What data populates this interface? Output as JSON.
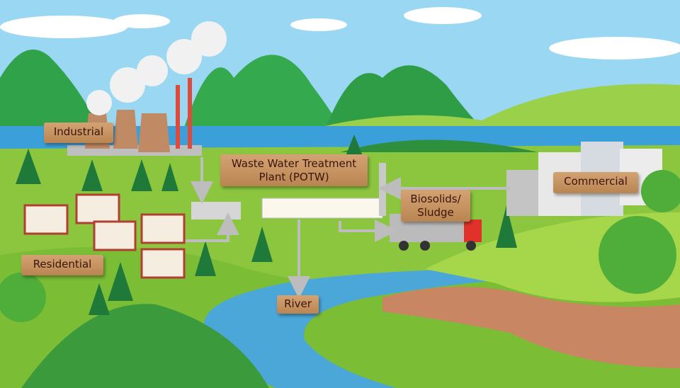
{
  "labels": {
    "industrial": "Industrial",
    "wwtp": "Waste Water Treatment Plant (POTW)",
    "biosolids": "Biosolids/ Sludge",
    "commercial": "Commercial",
    "residential": "Residential",
    "river": "River"
  },
  "colors": {
    "sky": "#9ad7f2",
    "lake": "#3b9fd9",
    "grass": "#8cc63f",
    "label": "#c9955f",
    "label_text": "#3a1408",
    "arrow": "#b5b5b5"
  }
}
